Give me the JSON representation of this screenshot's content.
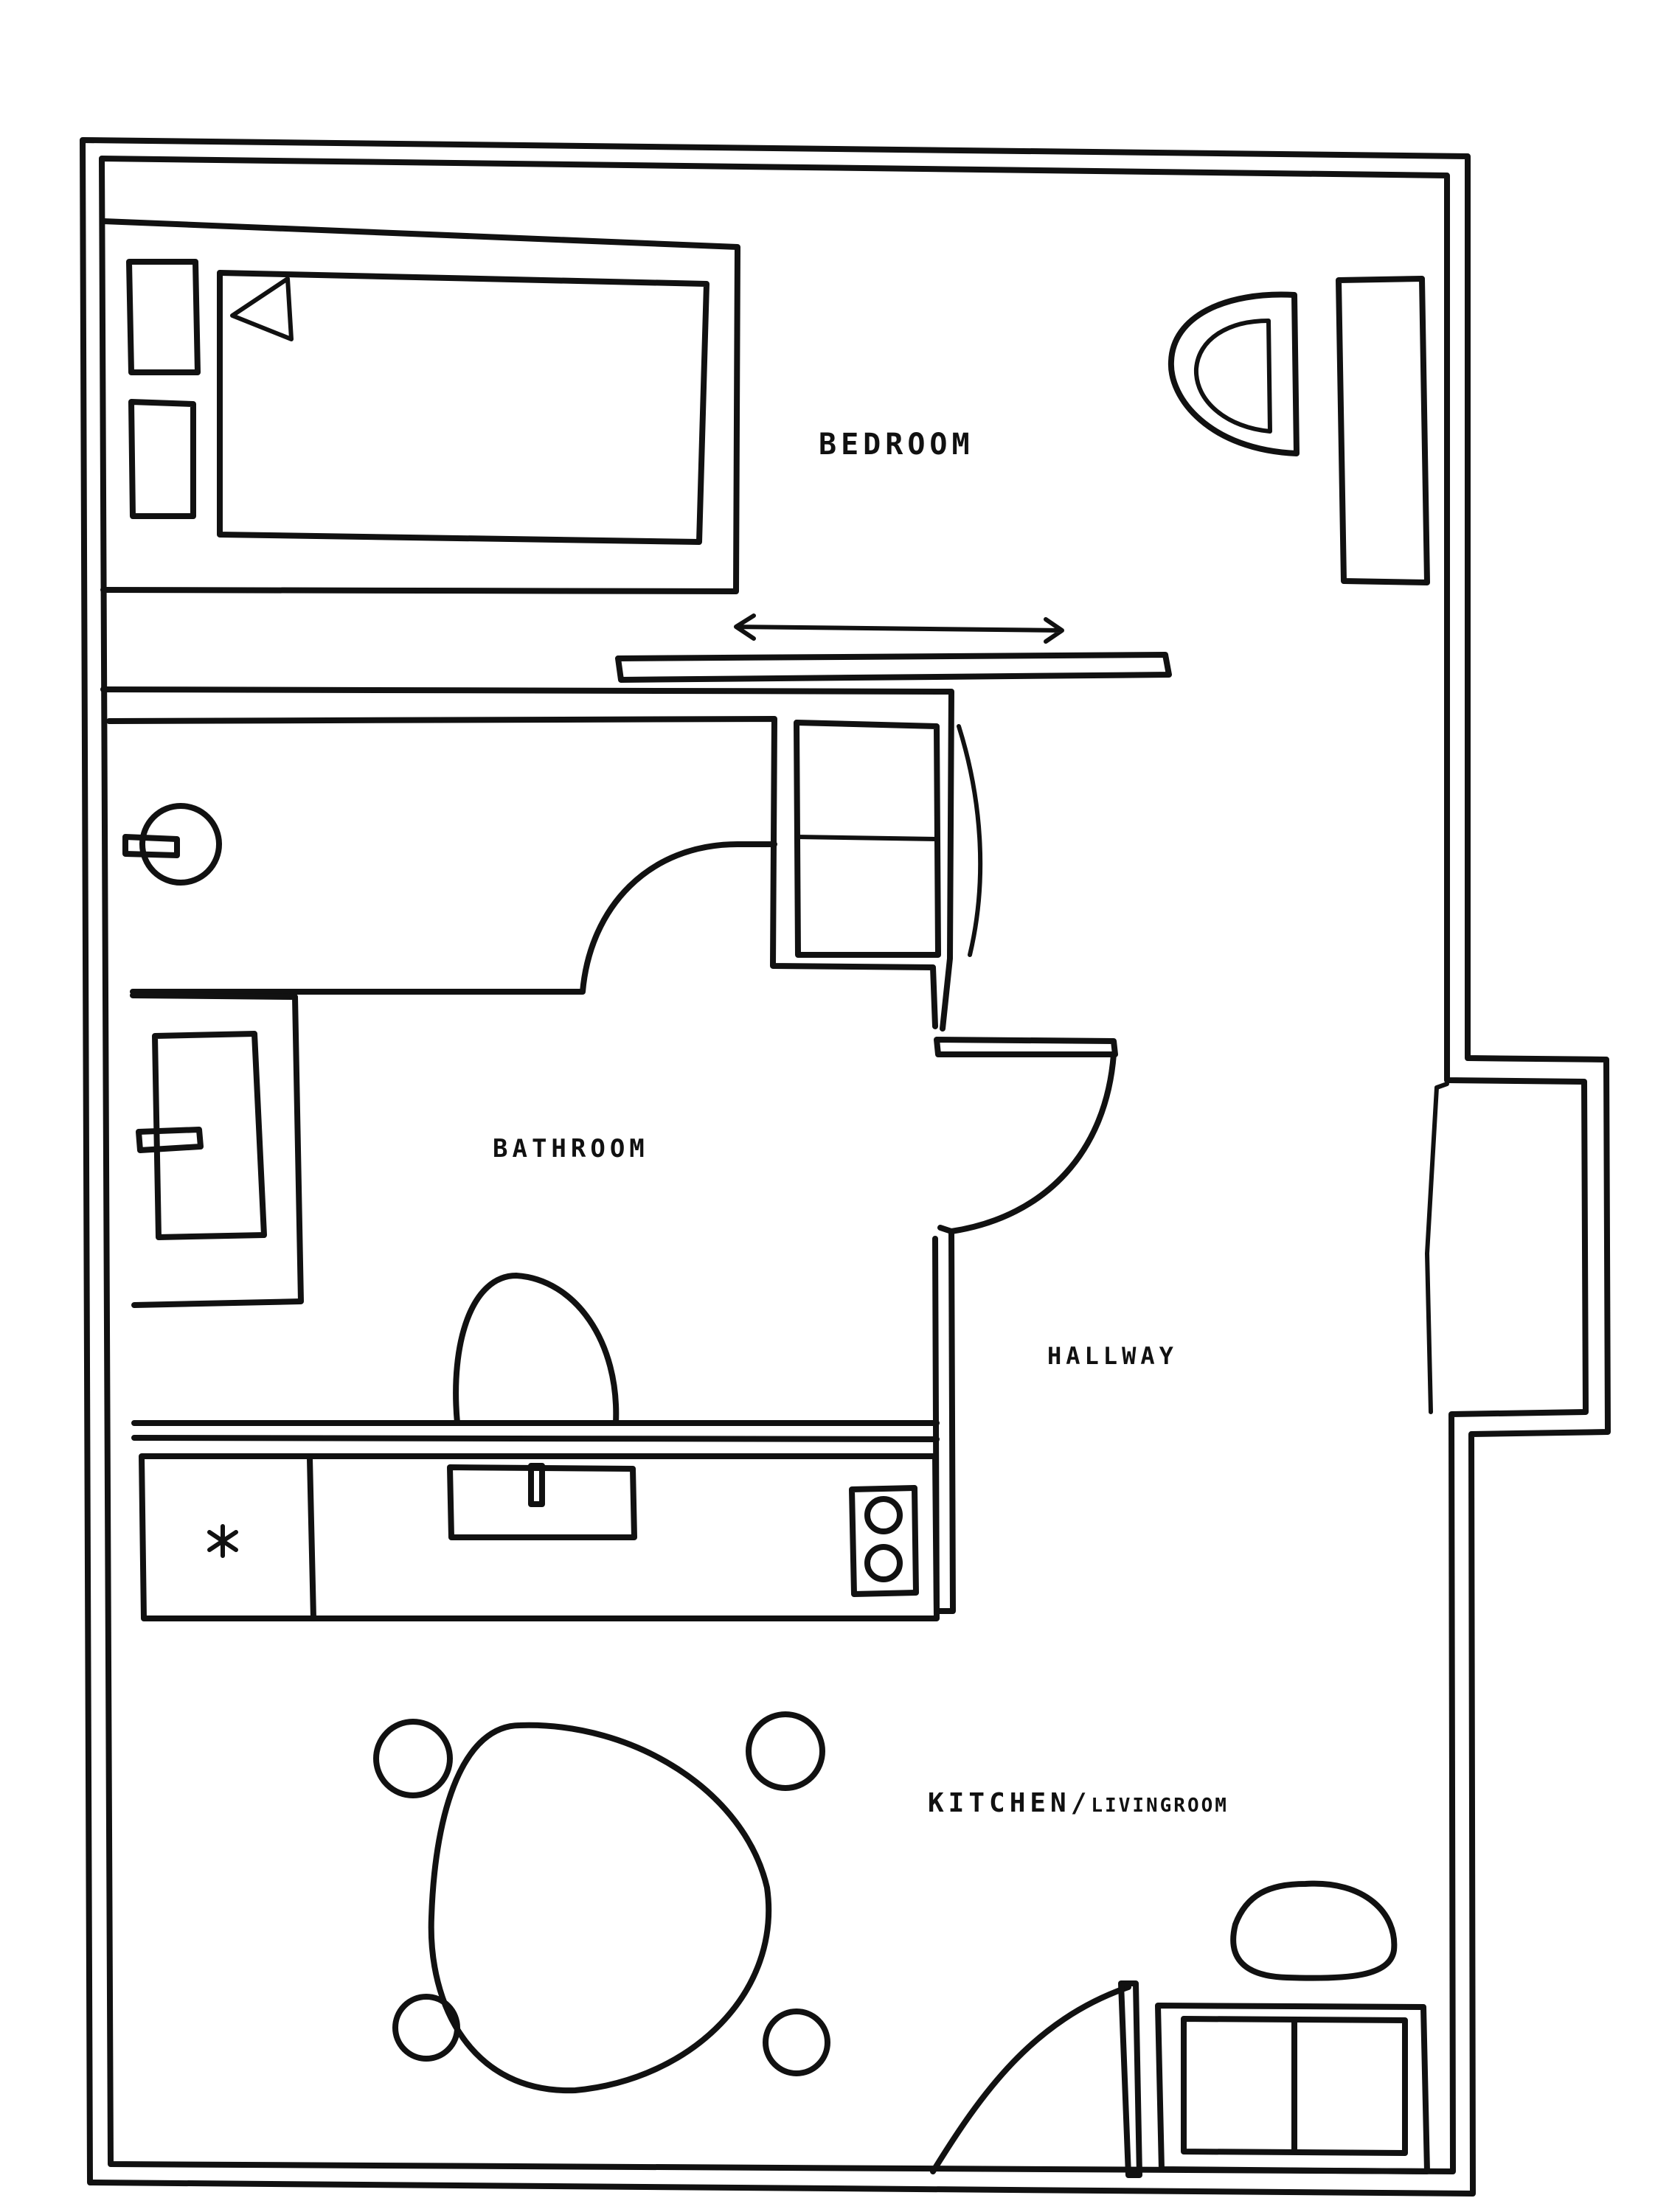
{
  "rooms": {
    "bedroom": "BEDROOM",
    "bathroom": "BATHROOM",
    "hallway": "HALLWAY",
    "kitchen": "KITCHEN/",
    "livingroom": "LIVINGROOM"
  },
  "colors": {
    "line": "#111111",
    "background": "#ffffff"
  }
}
